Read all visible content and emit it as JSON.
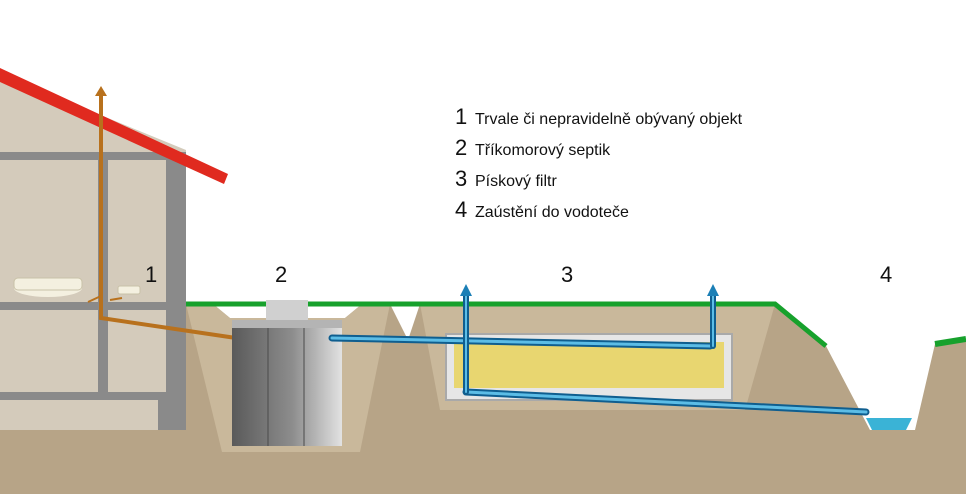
{
  "legend": [
    {
      "number": "1",
      "text": "Trvale či nepravidelně obývaný objekt"
    },
    {
      "number": "2",
      "text": "Tříkomorový septik"
    },
    {
      "number": "3",
      "text": "Pískový filtr"
    },
    {
      "number": "4",
      "text": "Zaústění do vodoteče"
    }
  ],
  "markers": [
    "1",
    "2",
    "3",
    "4"
  ],
  "colors": {
    "soil": "#b7a487",
    "grass": "#17a12c",
    "roof": "#e02a1f",
    "house_wall": "#d4cbbb",
    "house_frame": "#8a8a8a",
    "vent_pipe": "#b8711d",
    "water_pipe": "#1b7fb6",
    "filter_sand": "#e8d670",
    "water": "#3ab3d6"
  }
}
